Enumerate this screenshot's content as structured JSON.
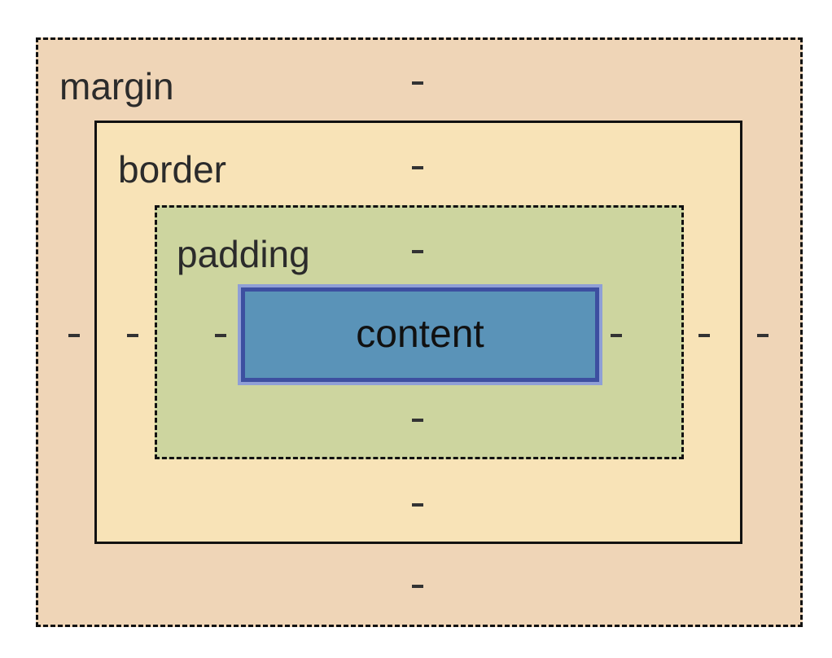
{
  "colors": {
    "margin": "#efd5b7",
    "border": "#f8e3b7",
    "padding": "#cdd59f",
    "content": "#5a93b8",
    "content_border": "#3d4fa0"
  },
  "layers": {
    "margin_label": "margin",
    "border_label": "border",
    "padding_label": "padding",
    "content_label": "content"
  },
  "values": {
    "margin_top": "-",
    "margin_right": "-",
    "margin_bottom": "-",
    "margin_left": "-",
    "border_top": "-",
    "border_right": "-",
    "border_bottom": "-",
    "border_left": "-",
    "padding_top": "-",
    "padding_right": "-",
    "padding_bottom": "-",
    "padding_left": "-"
  }
}
